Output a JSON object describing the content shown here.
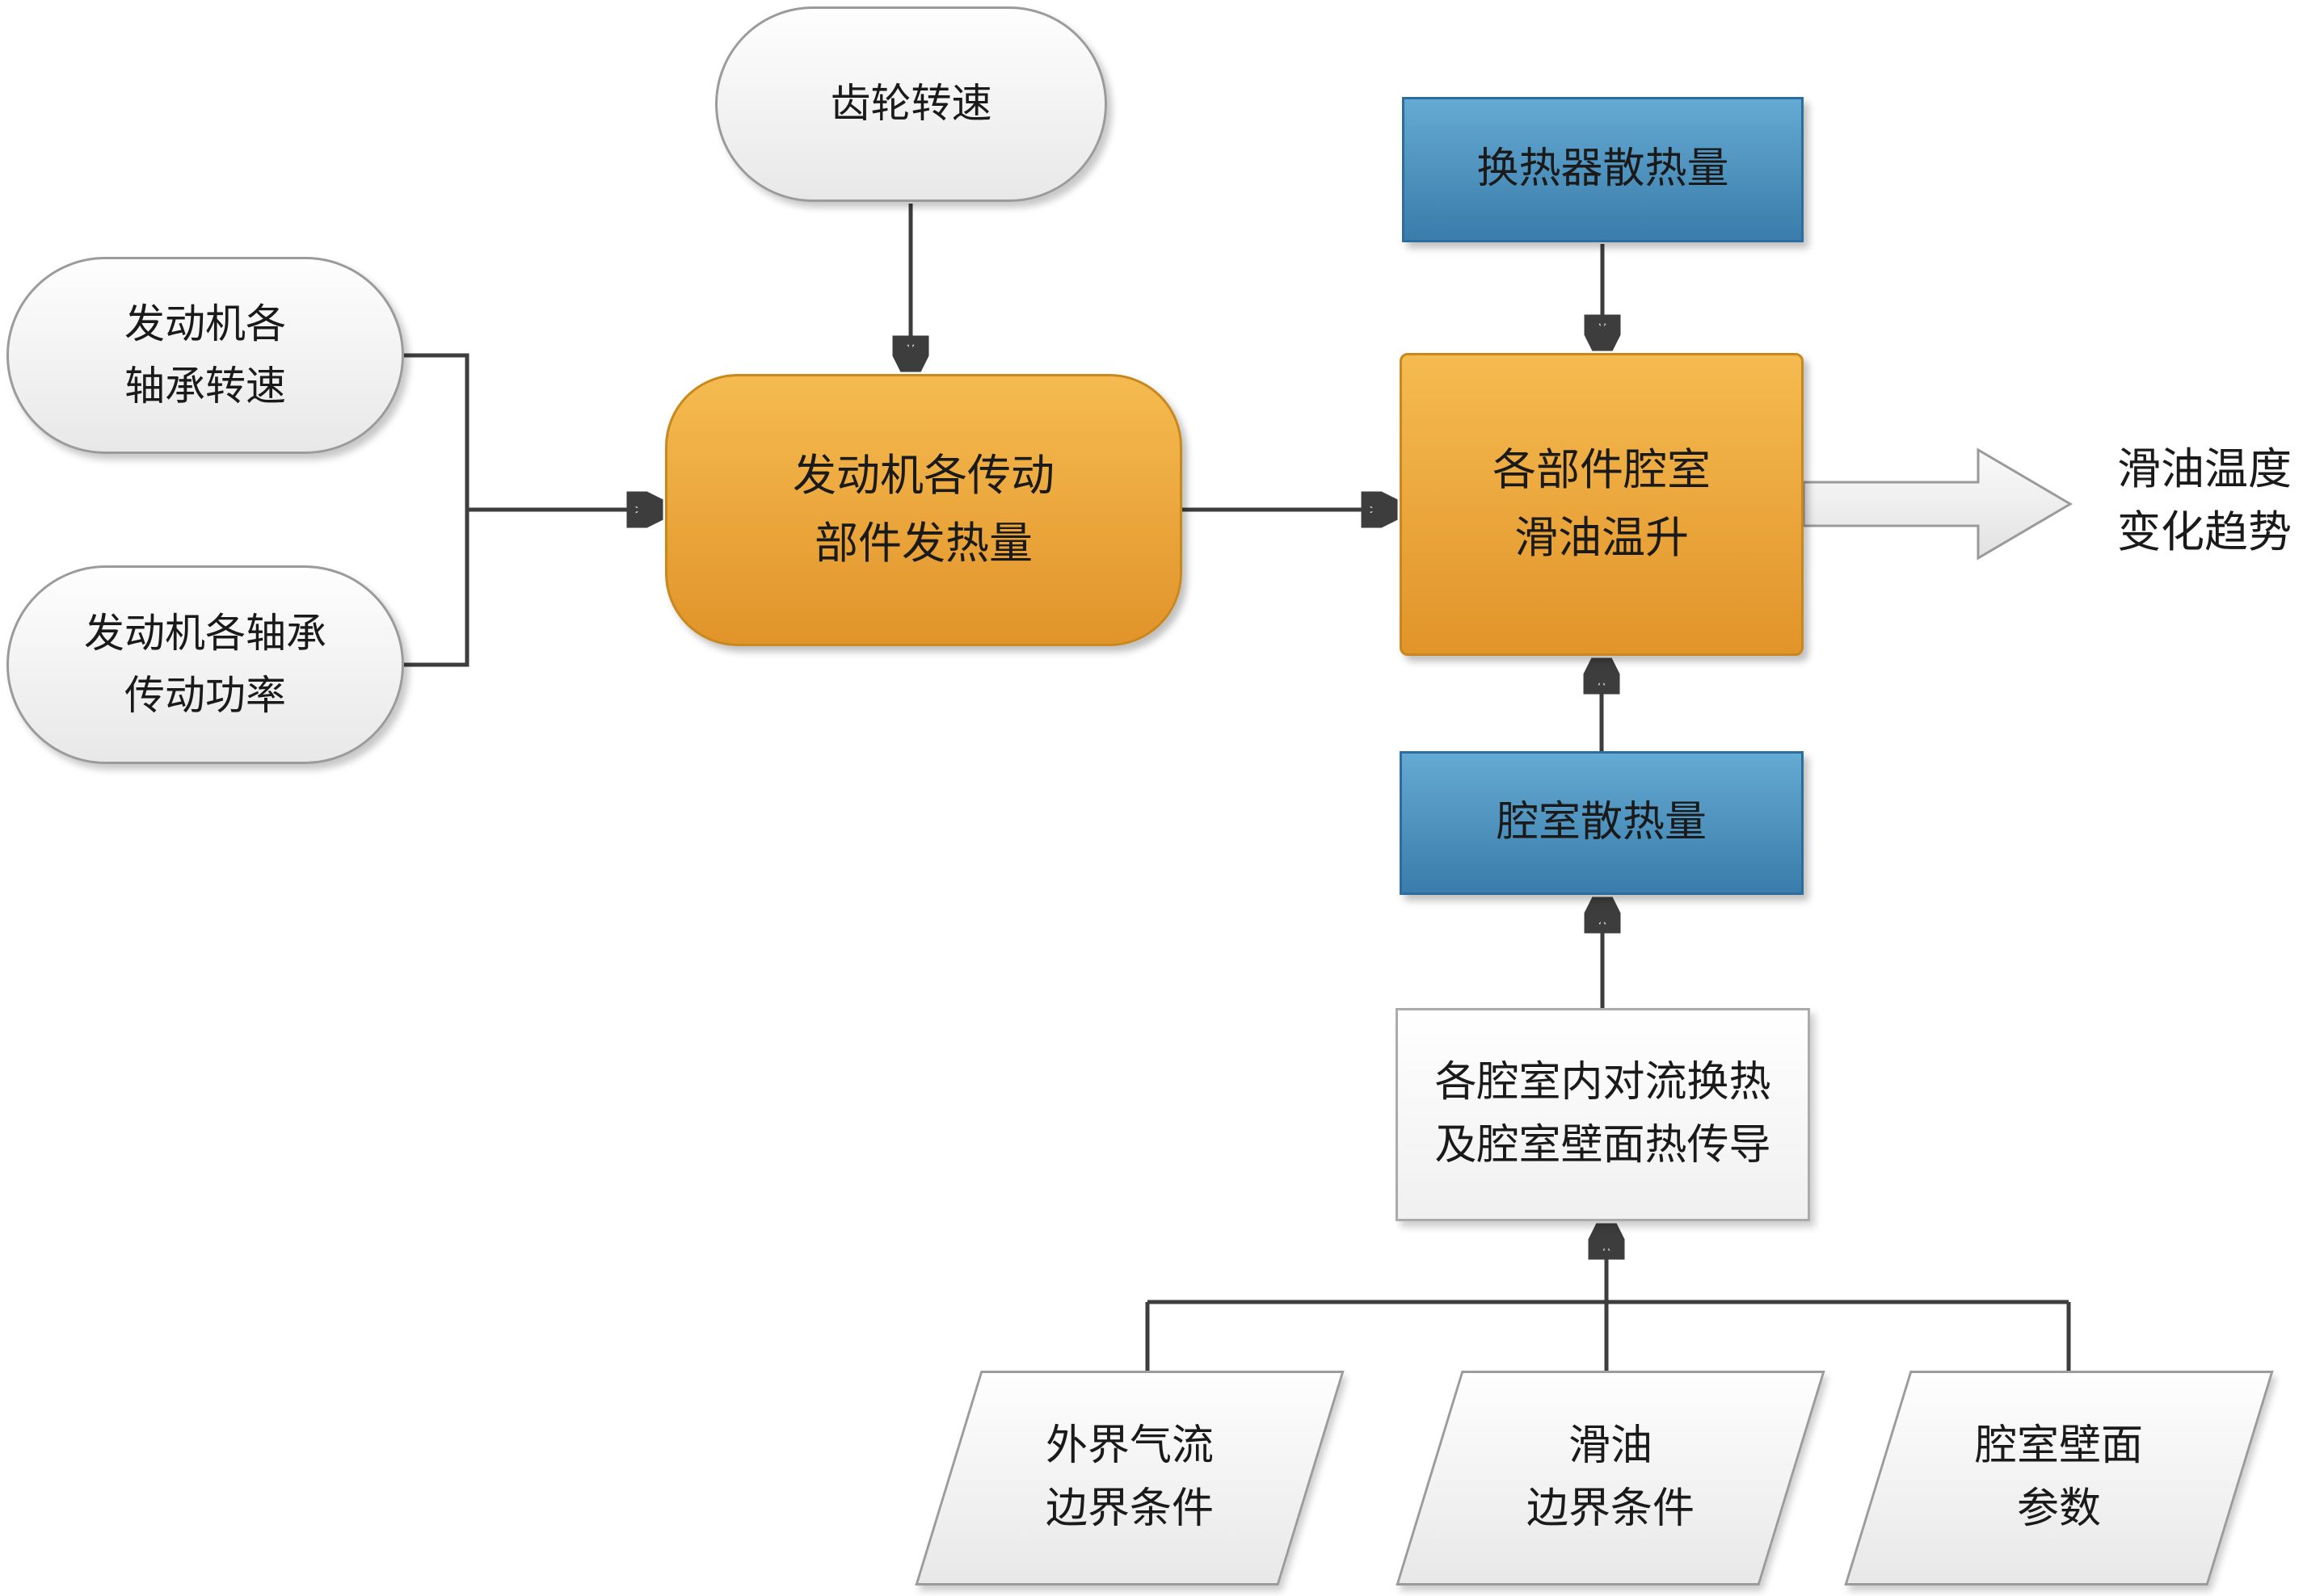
{
  "colors": {
    "orange_top": "#f5bb50",
    "orange_bottom": "#e1942a",
    "orange_border": "#c9881e",
    "blue_top": "#64aad2",
    "blue_bottom": "#3a7cab",
    "blue_border": "#2e6c9c",
    "shape_fill_top": "#fefefe",
    "shape_fill_bottom": "#e8e8e8",
    "shape_border": "#9b9b9b",
    "arrow": "#3d3d3d",
    "text": "#1a1a1a"
  },
  "nodes": {
    "gear_speed": {
      "label": "齿轮转速"
    },
    "bearing_speed": {
      "line1": "发动机各",
      "line2": "轴承转速"
    },
    "bearing_power": {
      "line1": "发动机各轴承",
      "line2": "传动功率"
    },
    "drive_heat": {
      "line1": "发动机各传动",
      "line2": "部件发热量"
    },
    "exchanger_heat": {
      "label": "换热器散热量"
    },
    "oil_temp_rise": {
      "line1": "各部件腔室",
      "line2": "滑油温升"
    },
    "chamber_heat": {
      "label": "腔室散热量"
    },
    "convection": {
      "line1": "各腔室内对流换热",
      "line2": "及腔室壁面热传导"
    },
    "airflow_boundary": {
      "line1": "外界气流",
      "line2": "边界条件"
    },
    "oil_boundary": {
      "line1": "滑油",
      "line2": "边界条件"
    },
    "wall_params": {
      "line1": "腔室壁面",
      "line2": "参数"
    },
    "output": {
      "line1": "滑油温度",
      "line2": "变化趋势"
    }
  }
}
